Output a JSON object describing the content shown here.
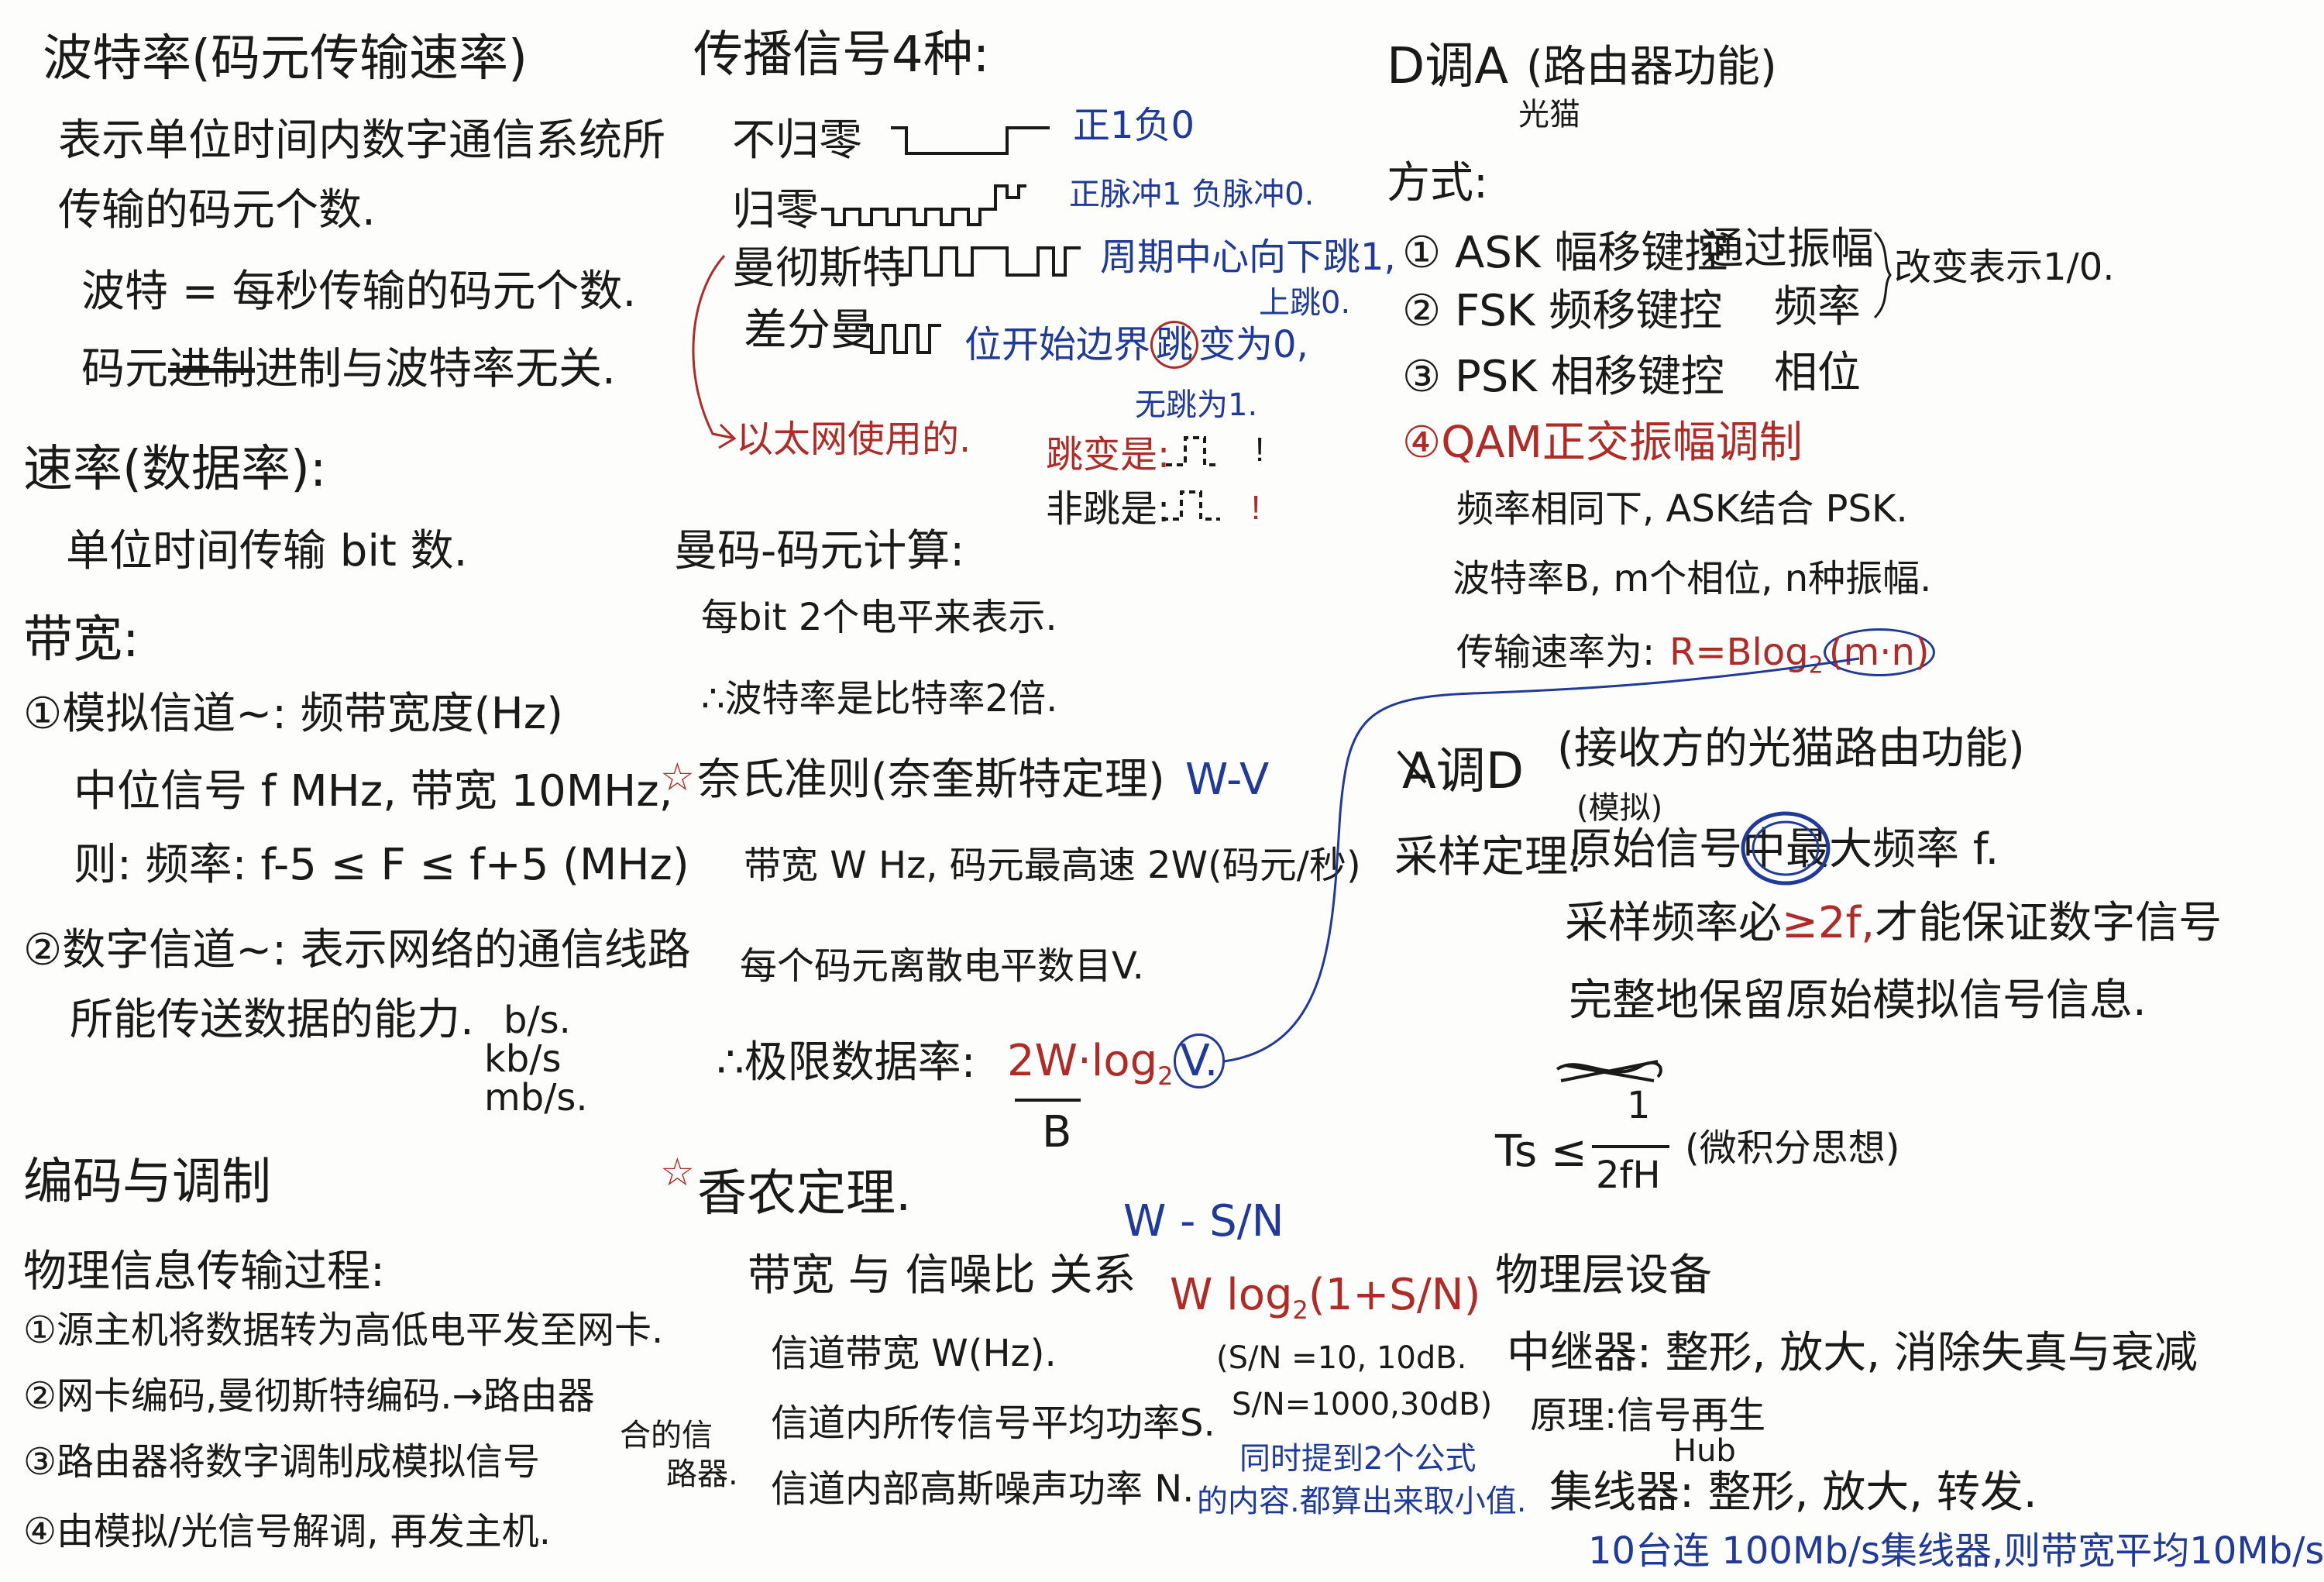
{
  "col1": {
    "baud_title": "波特率(码元传输速率)",
    "baud_desc1": "表示单位时间内数字通信系统所",
    "baud_desc2": "传输的码元个数.",
    "baud_def": "波特 = 每秒传输的码元个数.",
    "baud_note_pre": "码元",
    "baud_note_struck": "进制",
    "baud_note_post": "进制与波特率无关.",
    "rate_title": "速率(数据率):",
    "rate_desc": "单位时间传输 bit 数.",
    "bw_title": "带宽:",
    "bw_analog": "①模拟信道~: 频带宽度(Hz)",
    "bw_analog_ex": "中位信号 f MHz, 带宽 10MHz,",
    "bw_analog_freq": "则: 频率:    f-5 ≤  F ≤ f+5 (MHz)",
    "bw_digital": "②数字信道~: 表示网络的通信线路",
    "bw_digital2": "所能传送数据的能力.",
    "unit_bs": "b/s.",
    "unit_kbs": "kb/s",
    "unit_mbs": "mb/s.",
    "enc_title": "编码与调制",
    "proc_title": "物理信息传输过程:",
    "proc1": "①源主机将数据转为高低电平发至网卡.",
    "proc2": "②网卡编码,曼彻斯特编码.→路由器",
    "proc3": "③路由器将数字调制成模拟信号",
    "proc3_tail": "合的信",
    "proc3_tail2": "路器.",
    "proc4": "④由模拟/光信号解调, 再发主机."
  },
  "col2": {
    "signals_title": "传播信号4种:",
    "nrz": "不归零",
    "nrz_note": "正1负0",
    "rz": "归零",
    "rz_note": "正脉冲1 负脉冲0.",
    "manchester": "曼彻斯特",
    "manchester_note": "周期中心向下跳1,",
    "manchester_note2": "上跳0.",
    "diff_manchester": "差分曼",
    "diff_note": "位开始边界",
    "diff_note_circle": "跳",
    "diff_note_tail": "变为0,",
    "diff_note2": "无跳为1.",
    "ethernet": "以太网使用的.",
    "jump": "跳变是:",
    "nojump": "非跳是:",
    "man_calc_title": "曼码-码元计算:",
    "man_calc1": "每bit 2个电平来表示.",
    "man_calc2": "∴波特率是比特率2倍.",
    "nyquist_title": "奈氏准则(奈奎斯特定理)",
    "nyquist_wv": "W-V",
    "nyquist1": "带宽 W Hz, 码元最高速 2W(码元/秒)",
    "nyquist2": "每个码元离散电平数目V.",
    "nyquist3": "∴极限数据率:",
    "nyquist_formula_a": "2W·log",
    "nyquist_formula_sub": "2",
    "nyquist_formula_v": "V.",
    "nyquist_b": "B",
    "shannon_title": "香农定理.",
    "shannon_wsn": "W - S/N",
    "shannon1": "带宽 与 信噪比 关系",
    "shannon_formula": "W log",
    "shannon_formula_sub": "2",
    "shannon_formula_b": "(1+S/N)",
    "shannon2": "信道带宽 W(Hz).",
    "shannon3": "信道内所传信号平均功率S.",
    "shannon4": "信道内部高斯噪声功率 N.",
    "db1": "(S/N =10, 10dB.",
    "db2": "S/N=1000,30dB)",
    "min_note1": "同时提到2个公式",
    "min_note2": "的内容.都算出来取小值."
  },
  "col3": {
    "da_title": "D调A",
    "da_sub": "(路由器功能)",
    "da_modem": "光猫",
    "method": "方式:",
    "ask": "① ASK 幅移键控",
    "ask_via": "通过振幅",
    "fsk": "② FSK 频移键控",
    "fsk_via": "频率",
    "psk": "③ PSK 相移键控",
    "psk_via": "相位",
    "change_note": "改变表示1/0.",
    "qam": "④QAM正交振幅调制",
    "qam1": "频率相同下, ASK结合 PSK.",
    "qam2": "波特率B, m个相位, n种振幅.",
    "qam3": "传输速率为:",
    "qam_formula": "R=Blog",
    "qam_formula_sub": "2",
    "qam_formula_b": "(m·n)",
    "ad_title": "A调D",
    "ad_sub": "(接收方的光猫路由功能)",
    "sample_title": "采样定理:",
    "sample_analog": "(模拟)",
    "sample1": "原始信号中最大频率 f.",
    "sample2_pre": "采样频率必",
    "sample2_red": "≥2f,",
    "sample2_post": "才能保证数字信号",
    "sample3": "完整地保留原始模拟信号信息.",
    "ts": "Ts ≤",
    "ts_num": "1",
    "ts_den": "2fH",
    "ts_note": "(微积分思想)",
    "phys_title": "物理层设备",
    "repeater": "中继器: 整形, 放大, 消除失真与衰减",
    "principle": "原理:信号再生",
    "hub_label": "Hub",
    "hub": "集线器: 整形, 放大, 转发.",
    "hub_note": "10台连 100Mb/s集线器,则带宽平均10Mb/s"
  }
}
